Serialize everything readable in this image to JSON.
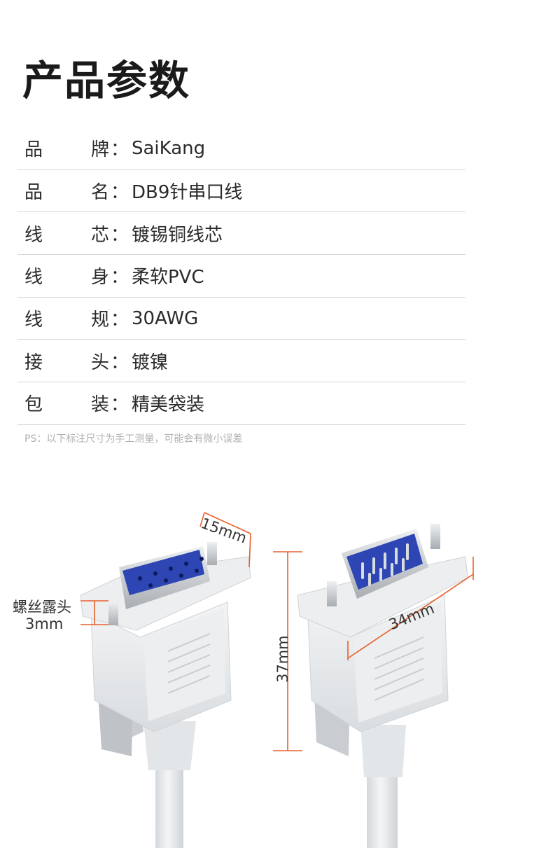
{
  "title": "产品参数",
  "specs": [
    {
      "k1": "品",
      "k2": "牌",
      "value": "SaiKang"
    },
    {
      "k1": "品",
      "k2": "名",
      "value": "DB9针串口线"
    },
    {
      "k1": "线",
      "k2": "芯",
      "value": "镀锡铜线芯"
    },
    {
      "k1": "线",
      "k2": "身",
      "value": "柔软PVC"
    },
    {
      "k1": "线",
      "k2": "规",
      "value": "30AWG"
    },
    {
      "k1": "接",
      "k2": "头",
      "value": "镀镍"
    },
    {
      "k1": "包",
      "k2": "装",
      "value": "精美袋装"
    }
  ],
  "colon": "：",
  "note": "PS：以下标注尺寸为手工测量，可能会有微小误差",
  "dimensions": {
    "width_female": "15mm",
    "screw_line1": "螺丝露头",
    "screw_line2": "3mm",
    "height": "37mm",
    "width_male": "34mm"
  },
  "colors": {
    "accent": "#e8602c",
    "pins_blue": "#2d46b4",
    "shell": "#e9ecef"
  }
}
